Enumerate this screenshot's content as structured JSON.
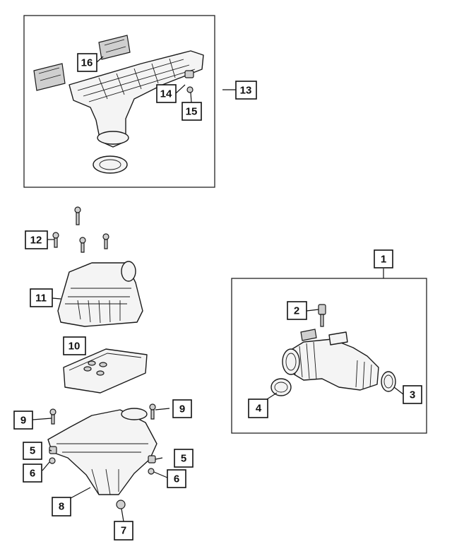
{
  "diagram": {
    "callouts": {
      "c1": "1",
      "c2": "2",
      "c3": "3",
      "c4": "4",
      "c5a": "5",
      "c5b": "5",
      "c6a": "6",
      "c6b": "6",
      "c7": "7",
      "c8": "8",
      "c9a": "9",
      "c9b": "9",
      "c10": "10",
      "c11": "11",
      "c12": "12",
      "c13": "13",
      "c14": "14",
      "c15": "15",
      "c16": "16"
    }
  }
}
